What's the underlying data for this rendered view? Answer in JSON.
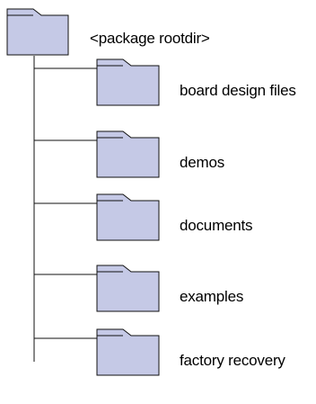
{
  "colors": {
    "folder_fill": "#c5c9e6",
    "folder_stroke": "#111111",
    "line": "#111111"
  },
  "root": {
    "label": "<package rootdir>",
    "icon": "folder-icon"
  },
  "children": [
    {
      "label": "board design files",
      "icon": "folder-icon"
    },
    {
      "label": "demos",
      "icon": "folder-icon"
    },
    {
      "label": "documents",
      "icon": "folder-icon"
    },
    {
      "label": "examples",
      "icon": "folder-icon"
    },
    {
      "label": "factory recovery",
      "icon": "folder-icon"
    }
  ]
}
